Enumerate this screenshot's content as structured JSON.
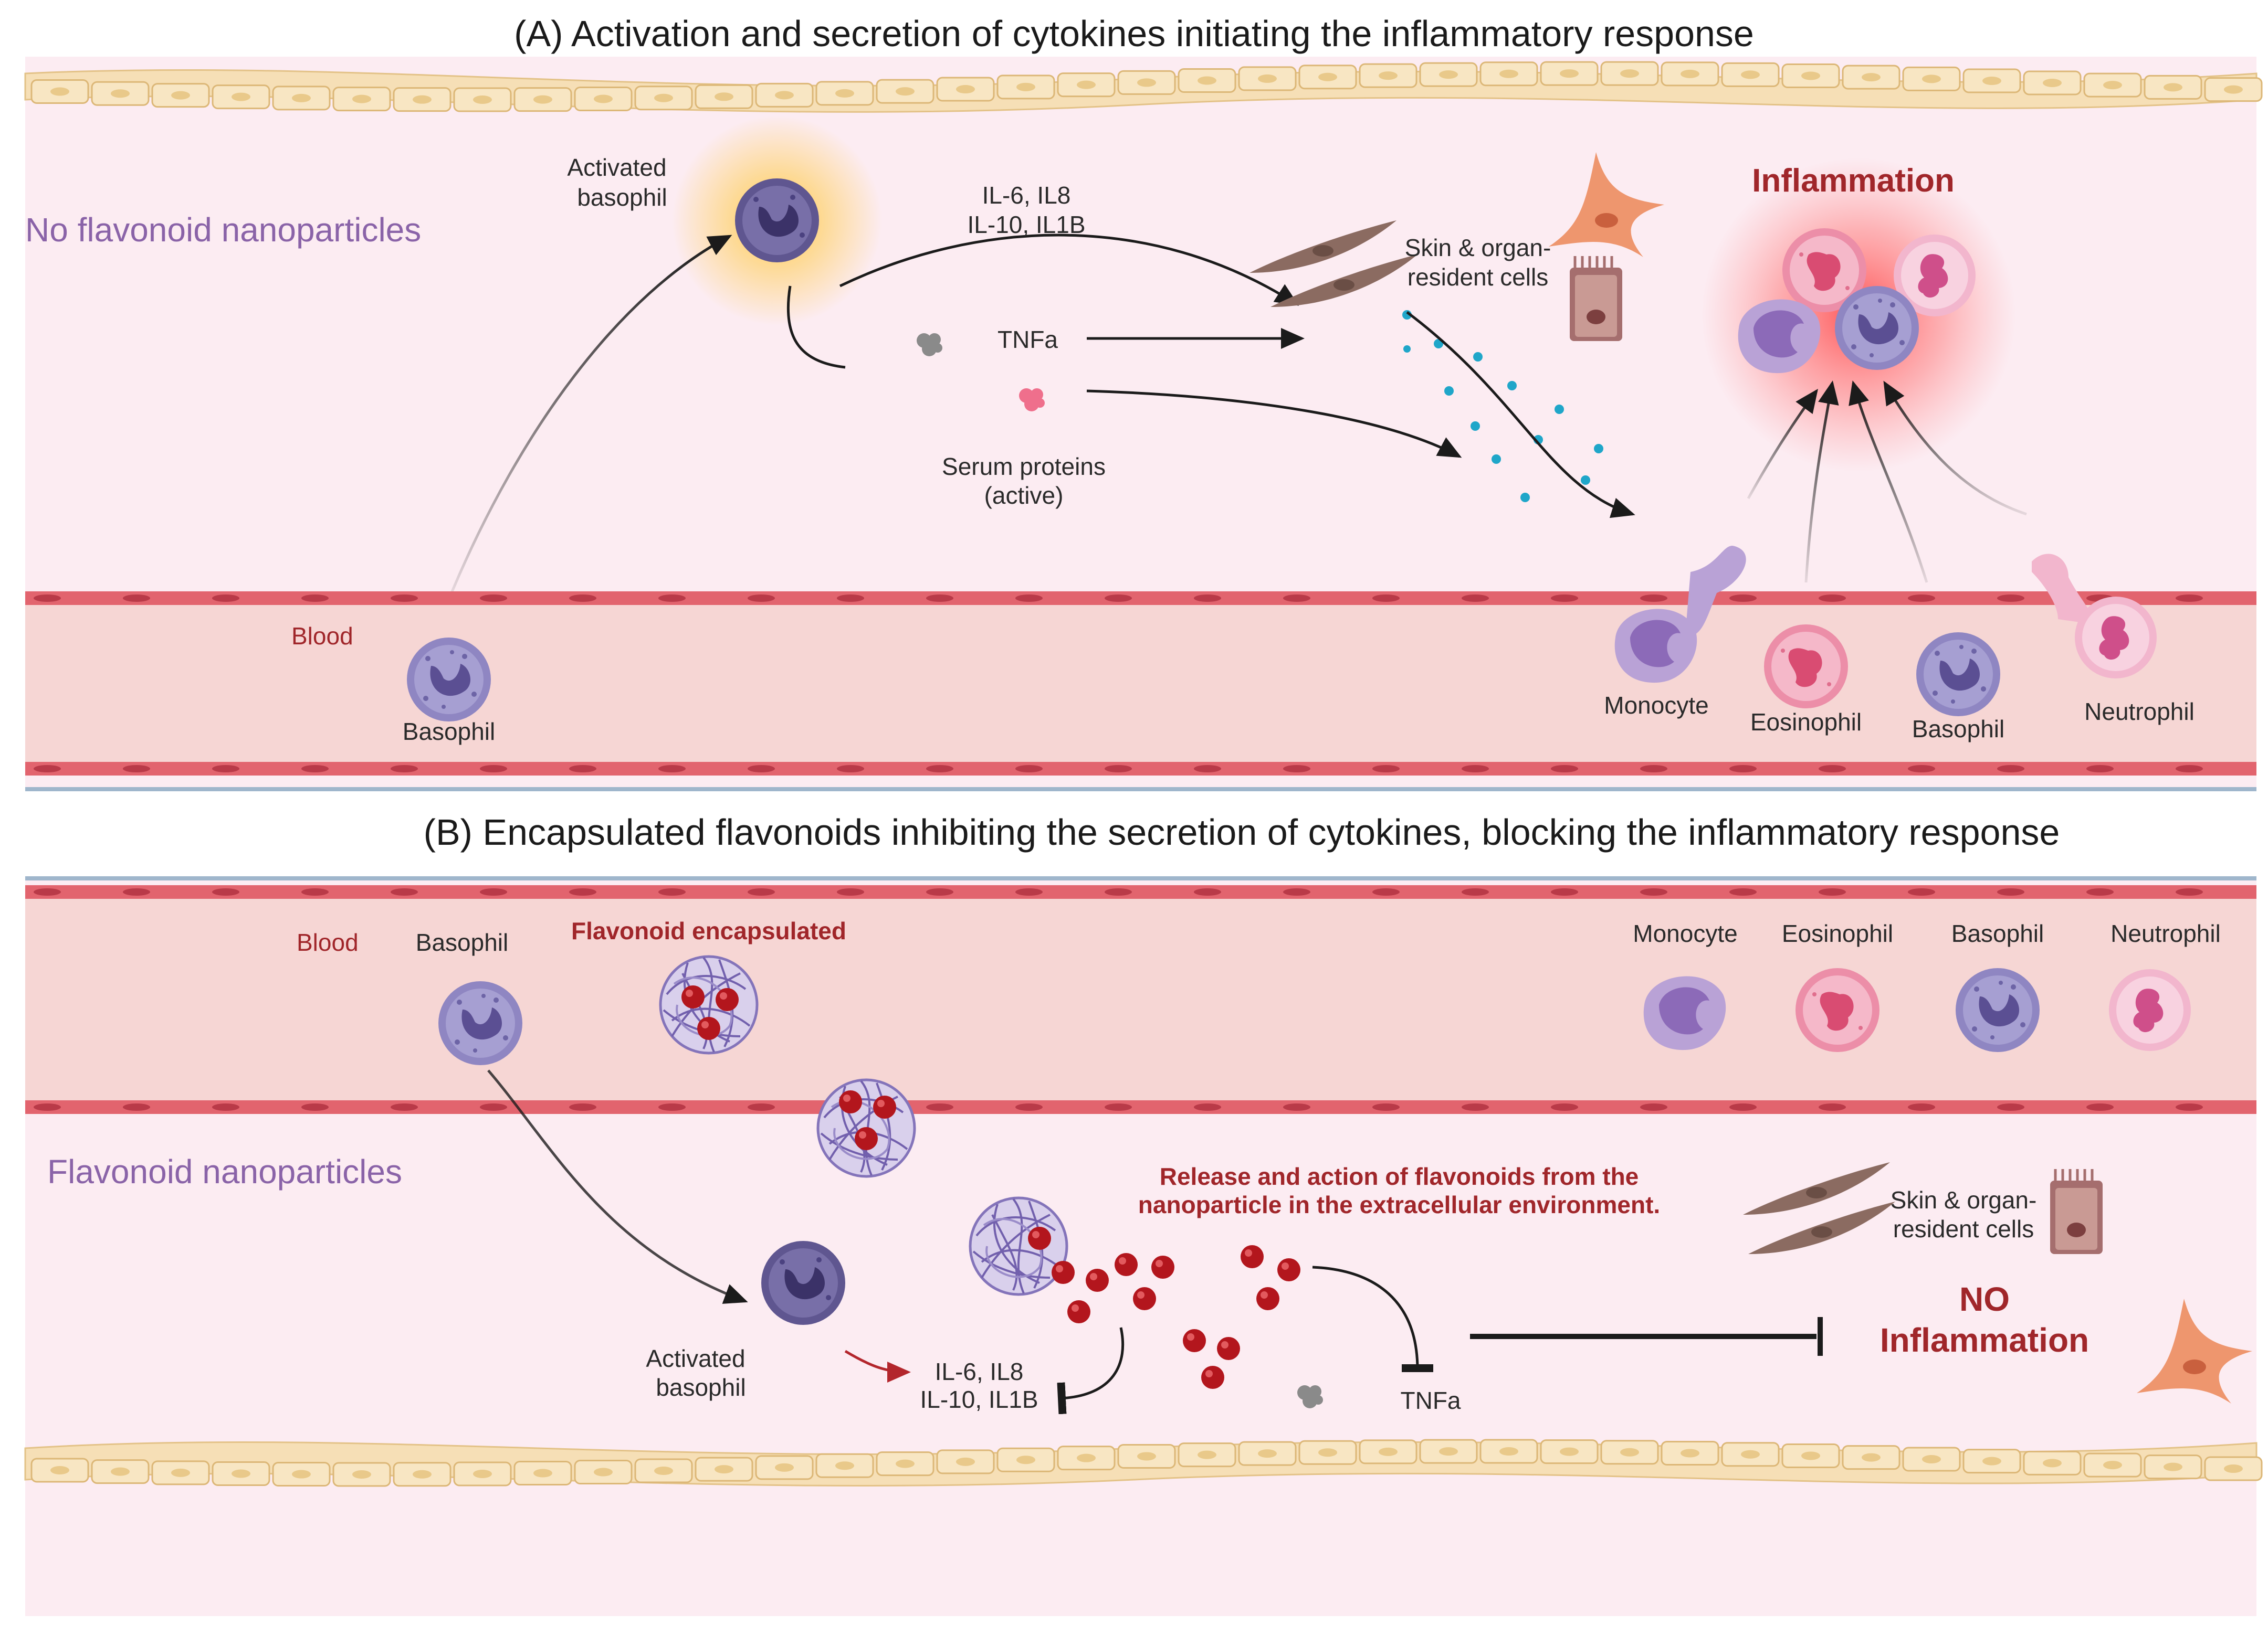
{
  "panel_a": {
    "title": "(A) Activation and secretion of cytokines initiating the inflammatory response",
    "condition": "No flavonoid nanoparticles",
    "activated_basophil": [
      "Activated",
      "basophil"
    ],
    "cytokines": [
      "IL-6, IL8",
      "IL-10, IL1B"
    ],
    "tnfa": "TNFa",
    "serum_proteins": [
      "Serum proteins",
      "(active)"
    ],
    "skin_cells": [
      "Skin & organ-",
      "resident cells"
    ],
    "inflammation": "Inflammation",
    "blood": "Blood",
    "basophil": "Basophil",
    "cells": [
      "Monocyte",
      "Eosinophil",
      "Basophil",
      "Neutrophil"
    ]
  },
  "panel_b": {
    "title": "(B) Encapsulated flavonoids inhibiting the secretion of cytokines, blocking the inflammatory response",
    "condition": "Flavonoid nanoparticles",
    "blood": "Blood",
    "basophil": "Basophil",
    "flavonoid_encapsulated": "Flavonoid encapsulated",
    "cells": [
      "Monocyte",
      "Eosinophil",
      "Basophil",
      "Neutrophil"
    ],
    "release": [
      "Release and action of flavonoids from the",
      "nanoparticle in the extracellular environment."
    ],
    "skin_cells": [
      "Skin & organ-",
      "resident cells"
    ],
    "activated_basophil": [
      "Activated",
      "basophil"
    ],
    "cytokines": [
      "IL-6, IL8",
      "IL-10, IL1B"
    ],
    "tnfa": "TNFa",
    "no_inflammation": [
      "NO",
      "Inflammation"
    ]
  },
  "colors": {
    "tissue_bg": "#fcecf2",
    "vessel": "#f6d6d4",
    "endothelium": "#e2646e",
    "epithelium": "#f6dfb6",
    "accent_red": "#a0262a",
    "section_purple": "#8a63a8",
    "cytokine_blue": "#1fa6c9",
    "flavonoid_red": "#c41e24"
  }
}
